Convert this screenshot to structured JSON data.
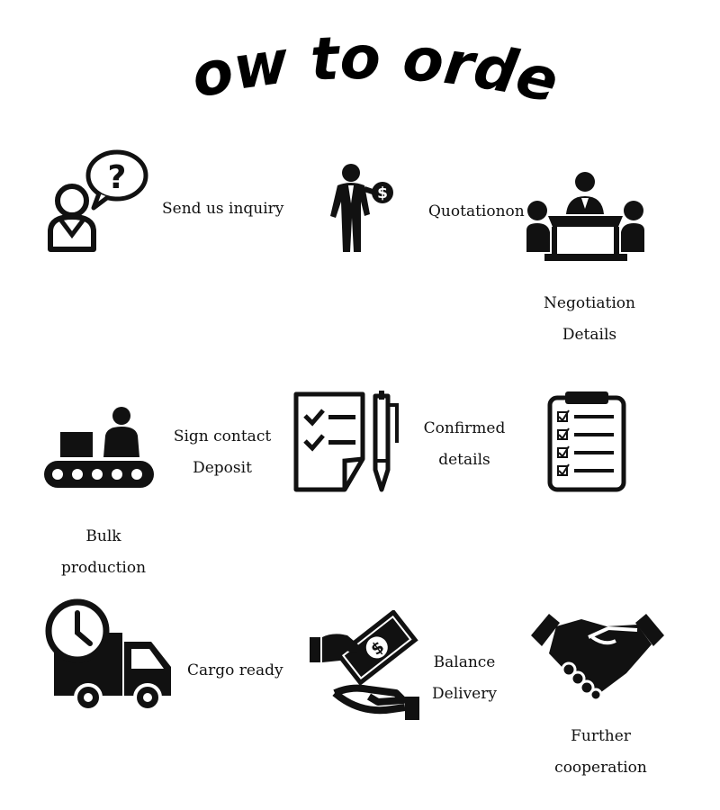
{
  "title": "How to order",
  "steps": [
    {
      "icon": "person-question-icon",
      "lines": [
        "Send us inquiry"
      ]
    },
    {
      "icon": "businessman-dollar-icon",
      "lines": [
        "Quotationon"
      ]
    },
    {
      "icon": "meeting-table-icon",
      "lines": [
        "Negotiation",
        "Details"
      ]
    },
    {
      "icon": "checklist-pen-icon",
      "lines": [
        "Confirmed",
        "details"
      ]
    },
    {
      "icon": "clipboard-checklist-icon",
      "lines": []
    },
    {
      "icon": "conveyor-worker-icon",
      "lines": [
        "Sign contact",
        "Deposit"
      ]
    },
    {
      "icon": "bulk-production-label",
      "lines": [
        "Bulk",
        "production"
      ]
    },
    {
      "icon": "delivery-truck-clock-icon",
      "lines": [
        "Cargo ready"
      ]
    },
    {
      "icon": "hand-money-icon",
      "lines": [
        "Balance",
        "Delivery"
      ]
    },
    {
      "icon": "handshake-icon",
      "lines": [
        "Further",
        "cooperation"
      ]
    }
  ]
}
